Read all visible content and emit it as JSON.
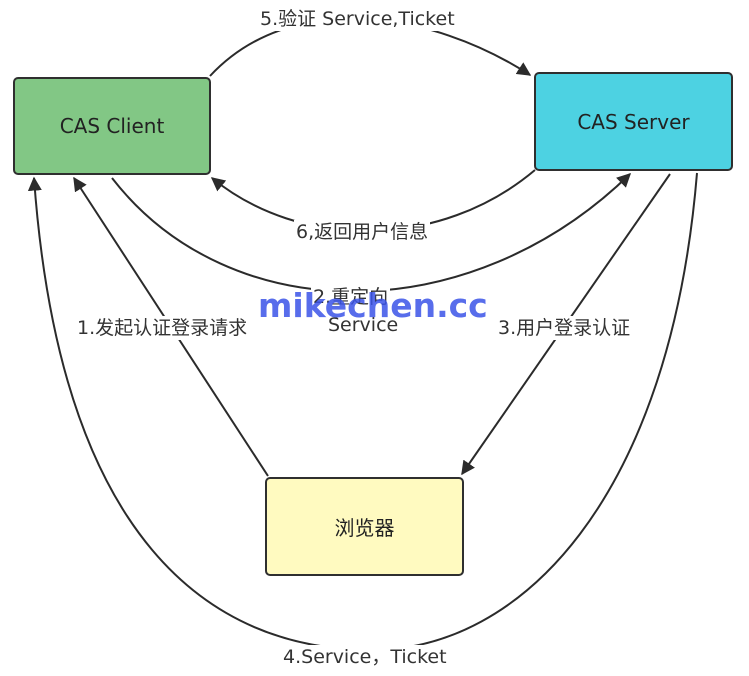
{
  "nodes": {
    "cas_client": "CAS Client",
    "cas_server": "CAS Server",
    "browser": "浏览器"
  },
  "edges": {
    "step1": "1.发起认证登录请求",
    "step2_line1": "2.重定向",
    "step2_line2": "Service",
    "step3": "3.用户登录认证",
    "step4": "4.Service，Ticket",
    "step5": "5.验证 Service,Ticket",
    "step6": "6,返回用户信息"
  },
  "watermark": "mikechen.cc",
  "colors": {
    "cas_client_fill": "#82c785",
    "cas_server_fill": "#4dd2e2",
    "browser_fill": "#fffac0",
    "watermark": "#3b54e8"
  }
}
